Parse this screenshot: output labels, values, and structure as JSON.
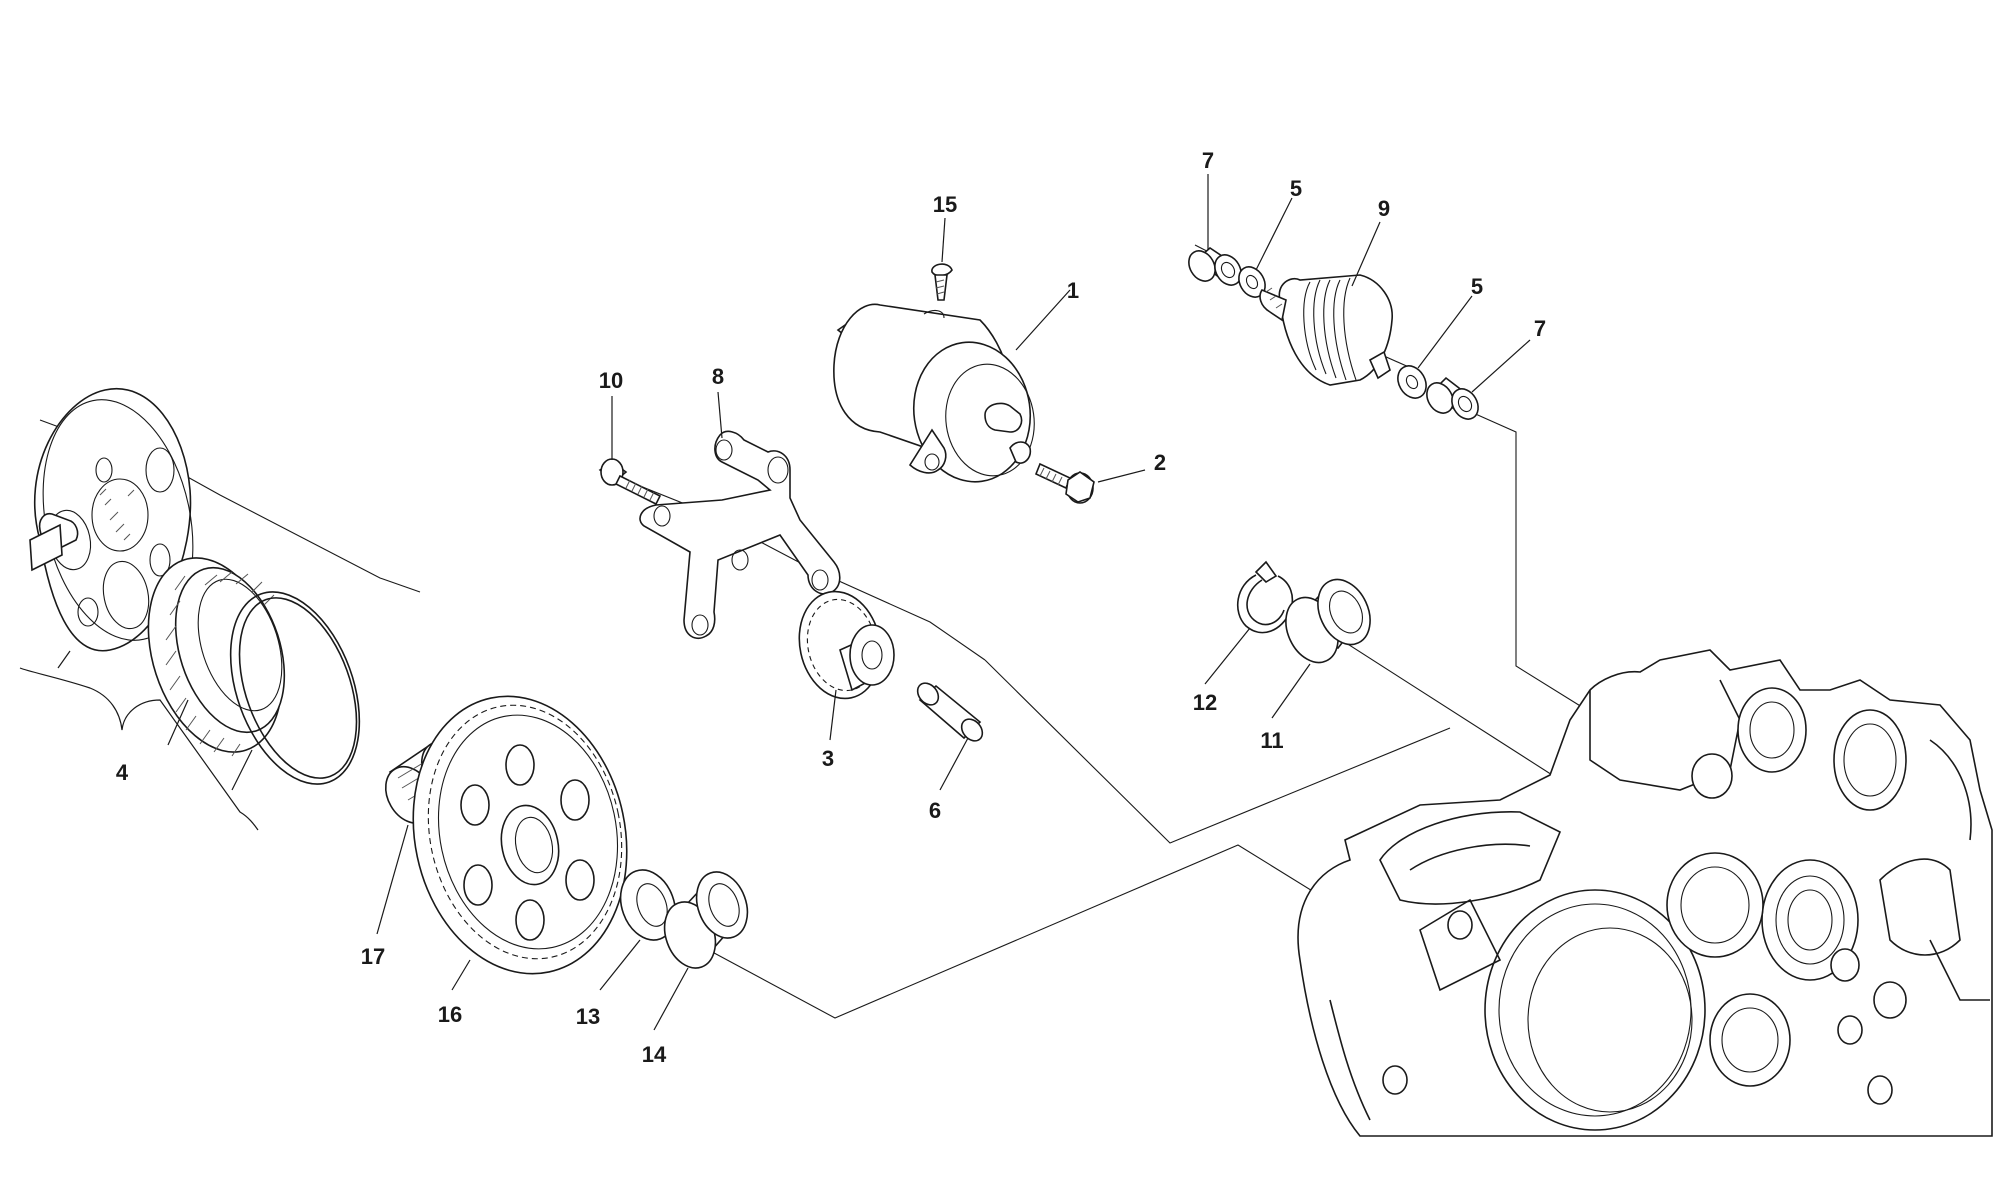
{
  "diagram": {
    "type": "exploded-parts-diagram",
    "parts": [
      {
        "id": "p1",
        "label": "1",
        "icon": "starter-motor-icon"
      },
      {
        "id": "p2",
        "label": "2",
        "icon": "bolt-icon"
      },
      {
        "id": "p3",
        "label": "3",
        "icon": "gear-icon"
      },
      {
        "id": "p4",
        "label": "4",
        "icon": "clutch-assembly-icon"
      },
      {
        "id": "p5a",
        "label": "5",
        "icon": "washer-icon"
      },
      {
        "id": "p5b",
        "label": "5",
        "icon": "washer-icon"
      },
      {
        "id": "p6",
        "label": "6",
        "icon": "pin-icon"
      },
      {
        "id": "p7a",
        "label": "7",
        "icon": "bushing-icon"
      },
      {
        "id": "p7b",
        "label": "7",
        "icon": "bushing-icon"
      },
      {
        "id": "p8",
        "label": "8",
        "icon": "bracket-icon"
      },
      {
        "id": "p9",
        "label": "9",
        "icon": "bendix-pinion-icon"
      },
      {
        "id": "p10",
        "label": "10",
        "icon": "bolt-icon"
      },
      {
        "id": "p11",
        "label": "11",
        "icon": "bushing-icon"
      },
      {
        "id": "p12",
        "label": "12",
        "icon": "circlip-icon"
      },
      {
        "id": "p13",
        "label": "13",
        "icon": "washer-icon"
      },
      {
        "id": "p14",
        "label": "14",
        "icon": "bushing-icon"
      },
      {
        "id": "p15",
        "label": "15",
        "icon": "screw-icon"
      },
      {
        "id": "p16",
        "label": "16",
        "icon": "gear-wheel-icon"
      },
      {
        "id": "p17",
        "label": "17",
        "icon": "needle-bearing-icon"
      }
    ],
    "line_color": "#1a1a1a",
    "background": "#ffffff"
  }
}
